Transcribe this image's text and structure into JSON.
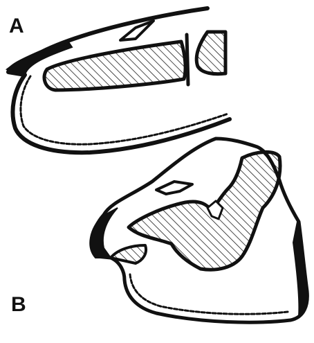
{
  "panels": [
    {
      "id": "A",
      "label": "A"
    },
    {
      "id": "B",
      "label": "B"
    }
  ],
  "colors": {
    "ink": "#111111",
    "paper": "#ffffff"
  }
}
